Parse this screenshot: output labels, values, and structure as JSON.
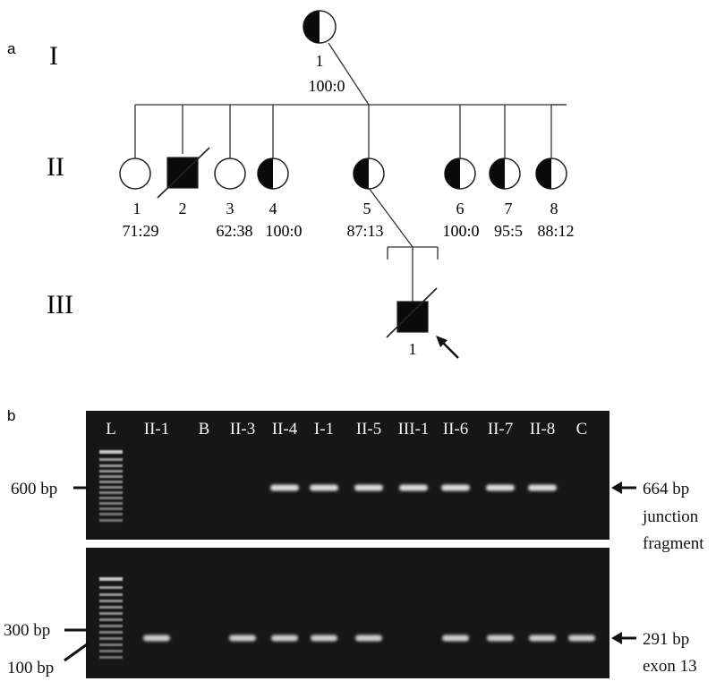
{
  "panels": {
    "a": {
      "label": "a"
    },
    "b": {
      "label": "b"
    }
  },
  "generations": [
    "I",
    "II",
    "III"
  ],
  "pedigree": {
    "I": [
      {
        "id": "1",
        "ratio": "100:0",
        "sex": "female",
        "status": "carrier"
      }
    ],
    "II": [
      {
        "id": "1",
        "ratio": "71:29",
        "sex": "female",
        "status": "unaffected"
      },
      {
        "id": "2",
        "ratio": "",
        "sex": "male",
        "status": "affected",
        "deceased": true
      },
      {
        "id": "3",
        "ratio": "62:38",
        "sex": "female",
        "status": "unaffected"
      },
      {
        "id": "4",
        "ratio": "100:0",
        "sex": "female",
        "status": "carrier"
      },
      {
        "id": "5",
        "ratio": "87:13",
        "sex": "female",
        "status": "carrier"
      },
      {
        "id": "6",
        "ratio": "100:0",
        "sex": "female",
        "status": "carrier"
      },
      {
        "id": "7",
        "ratio": "95:5",
        "sex": "female",
        "status": "carrier"
      },
      {
        "id": "8",
        "ratio": "88:12",
        "sex": "female",
        "status": "carrier"
      }
    ],
    "III": [
      {
        "id": "1",
        "ratio": "",
        "sex": "male",
        "status": "affected",
        "deceased": true,
        "proband": true
      }
    ]
  },
  "gel": {
    "lanes": [
      "L",
      "II-1",
      "B",
      "II-3",
      "II-4",
      "I-1",
      "II-5",
      "III-1",
      "II-6",
      "II-7",
      "II-8",
      "C"
    ],
    "top": {
      "marker_label": "600 bp",
      "band_label_line1": "664 bp",
      "band_label_line2": "junction",
      "band_label_line3": "fragment",
      "bands_present": [
        "II-4",
        "I-1",
        "II-5",
        "III-1",
        "II-6",
        "II-7",
        "II-8"
      ]
    },
    "bottom": {
      "marker_label_1": "300 bp",
      "marker_label_2": "100 bp",
      "band_label_line1": "291 bp",
      "band_label_line2": "exon 13",
      "bands_present": [
        "II-1",
        "II-3",
        "II-4",
        "I-1",
        "II-5",
        "II-6",
        "II-7",
        "II-8",
        "C"
      ]
    }
  },
  "colors": {
    "gel_bg": "#161616",
    "band": "#efefef",
    "symbol_fill": "#0a0a0a"
  }
}
